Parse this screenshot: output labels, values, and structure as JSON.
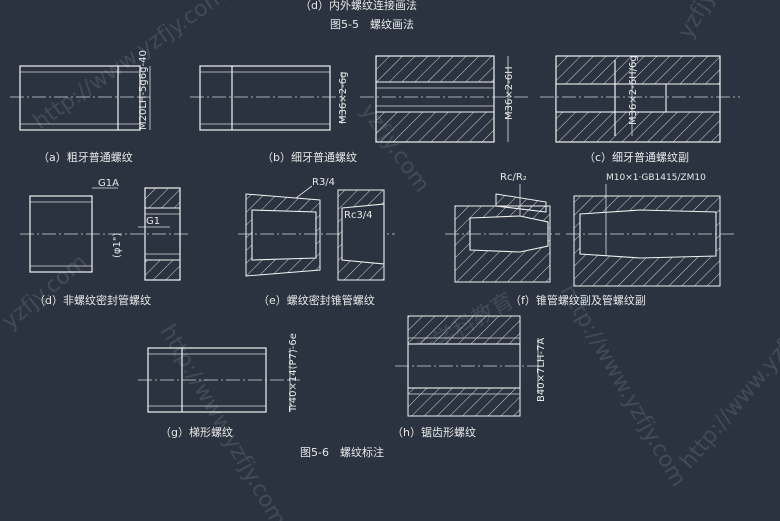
{
  "figure_top_caption": "（d）内外螺纹连接画法",
  "figure_5_5_caption": "图5-5　螺纹画法",
  "figure_5_6_caption": "图5-6　螺纹标注",
  "subfigures": {
    "a": {
      "caption": "（a）粗牙普通螺纹",
      "label": "M20LH-5g6g-40"
    },
    "b": {
      "caption": "（b）细牙普通螺纹",
      "label": "M36×2-6g"
    },
    "c": {
      "caption": "（c）细牙普通螺纹副",
      "label_internal": "M36×2-6H",
      "label_fit": "M36×2-6H/6g"
    },
    "d": {
      "caption": "（d）非螺纹密封管螺纹",
      "label_outer": "G1A",
      "label_inner": "G1",
      "label_dia": "(φ1\")"
    },
    "e": {
      "caption": "（e）螺纹密封锥管螺纹",
      "label_outer": "R3/4",
      "label_inner": "Rc3/4"
    },
    "f": {
      "caption": "（f）锥管螺纹副及管螺纹副",
      "label_pair": "Rc/R₂",
      "label_std": "M10×1·GB1415/ZM10"
    },
    "g": {
      "caption": "（g）梯形螺纹",
      "label": "Tr40×14(P7)-6e"
    },
    "h": {
      "caption": "（h）锯齿形螺纹",
      "label": "B40×7LH-7A"
    }
  },
  "watermark": [
    "yzfjy.com",
    "http://www.yzfjy.com",
    "云学科教育"
  ],
  "colors": {
    "background": "#2b3340",
    "lines": "#f2f2f2",
    "text": "#e8e8e8"
  }
}
